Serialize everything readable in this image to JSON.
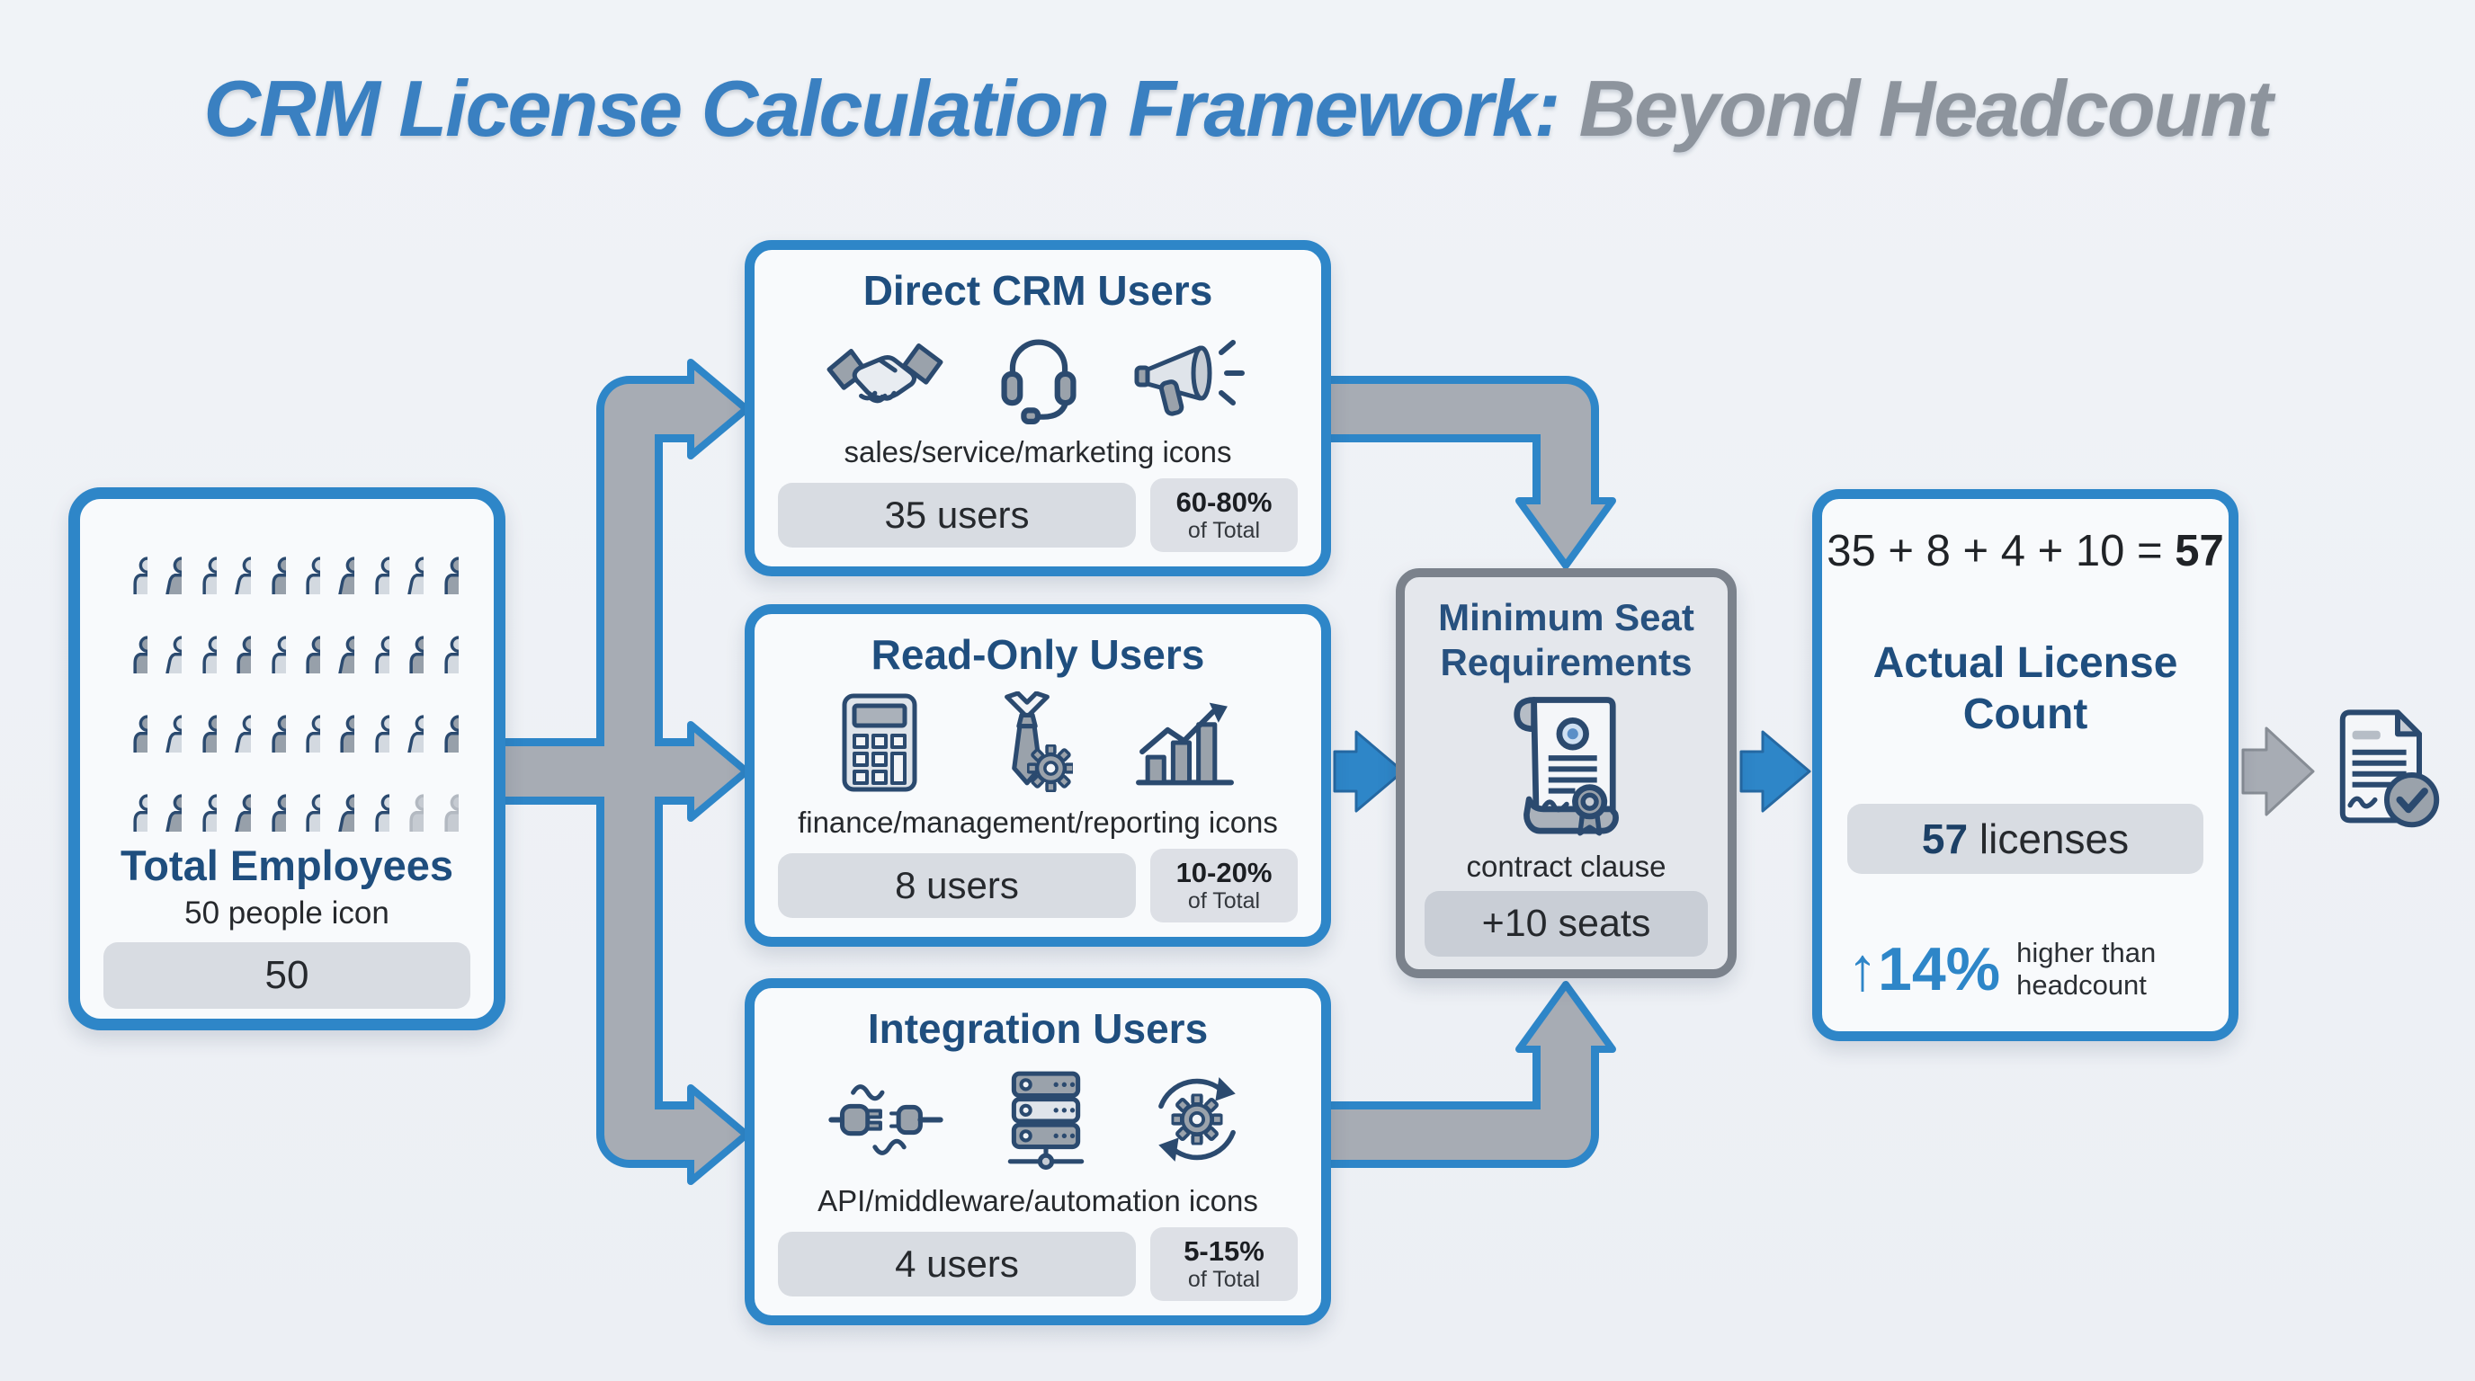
{
  "title": {
    "part_blue": "CRM License Calculation Framework:",
    "part_gray": " Beyond Headcount"
  },
  "total_box": {
    "title": "Total Employees",
    "subtitle": "50 people icon",
    "value": "50",
    "people": [
      "light-m",
      "mid-f",
      "light-m",
      "light-f",
      "mid-m",
      "light-m",
      "mid-f",
      "light-m",
      "light-f",
      "mid-m",
      "mid-m",
      "light-f",
      "light-m",
      "mid-m",
      "light-m",
      "mid-m",
      "mid-f",
      "light-m",
      "mid-m",
      "light-m",
      "mid-m",
      "light-f",
      "mid-m",
      "light-f",
      "mid-m",
      "light-m",
      "mid-m",
      "light-m",
      "light-f",
      "mid-m",
      "light-m",
      "mid-f",
      "light-m",
      "mid-f",
      "mid-m",
      "light-m",
      "mid-f",
      "light-m",
      "faded-m",
      "faded-m"
    ]
  },
  "flow_boxes": [
    {
      "id": "direct",
      "title": "Direct CRM Users",
      "icons": [
        "handshake-icon",
        "headset-icon",
        "megaphone-icon"
      ],
      "icons_label": "sales/service/marketing icons",
      "value": "35 users",
      "badge_pct": "60-80%",
      "badge_sub": "of Total"
    },
    {
      "id": "readonly",
      "title": "Read-Only Users",
      "icons": [
        "calculator-icon",
        "tie-gear-icon",
        "growth-chart-icon"
      ],
      "icons_label": "finance/management/reporting icons",
      "value": "8 users",
      "badge_pct": "10-20%",
      "badge_sub": "of Total"
    },
    {
      "id": "integration",
      "title": "Integration Users",
      "icons": [
        "plug-icon",
        "server-icon",
        "automation-gear-icon"
      ],
      "icons_label": "API/middleware/automation icons",
      "value": "4 users",
      "badge_pct": "5-15%",
      "badge_sub": "of Total"
    }
  ],
  "minseat_box": {
    "title": "Minimum Seat Requirements",
    "icon": "contract-icon",
    "icon_label": "contract clause",
    "value": "+10 seats"
  },
  "result_box": {
    "equation_lhs": "35 + 8 + 4 + 10 = ",
    "equation_total": "57",
    "title": "Actual License Count",
    "count_number": "57",
    "count_unit": " licenses",
    "delta_arrow": "↑",
    "delta_pct": "14%",
    "delta_note": "higher than headcount"
  },
  "output_icon": "approved-document-icon",
  "colors": {
    "accent_blue": "#2e86c8",
    "navy_text": "#1f4e7e",
    "arrow_gray": "#a7acb4",
    "title_blue": "#3a80c1",
    "title_gray": "#8d949d",
    "box_bg": "#f8fafc",
    "minseat_border": "#7b828c"
  }
}
